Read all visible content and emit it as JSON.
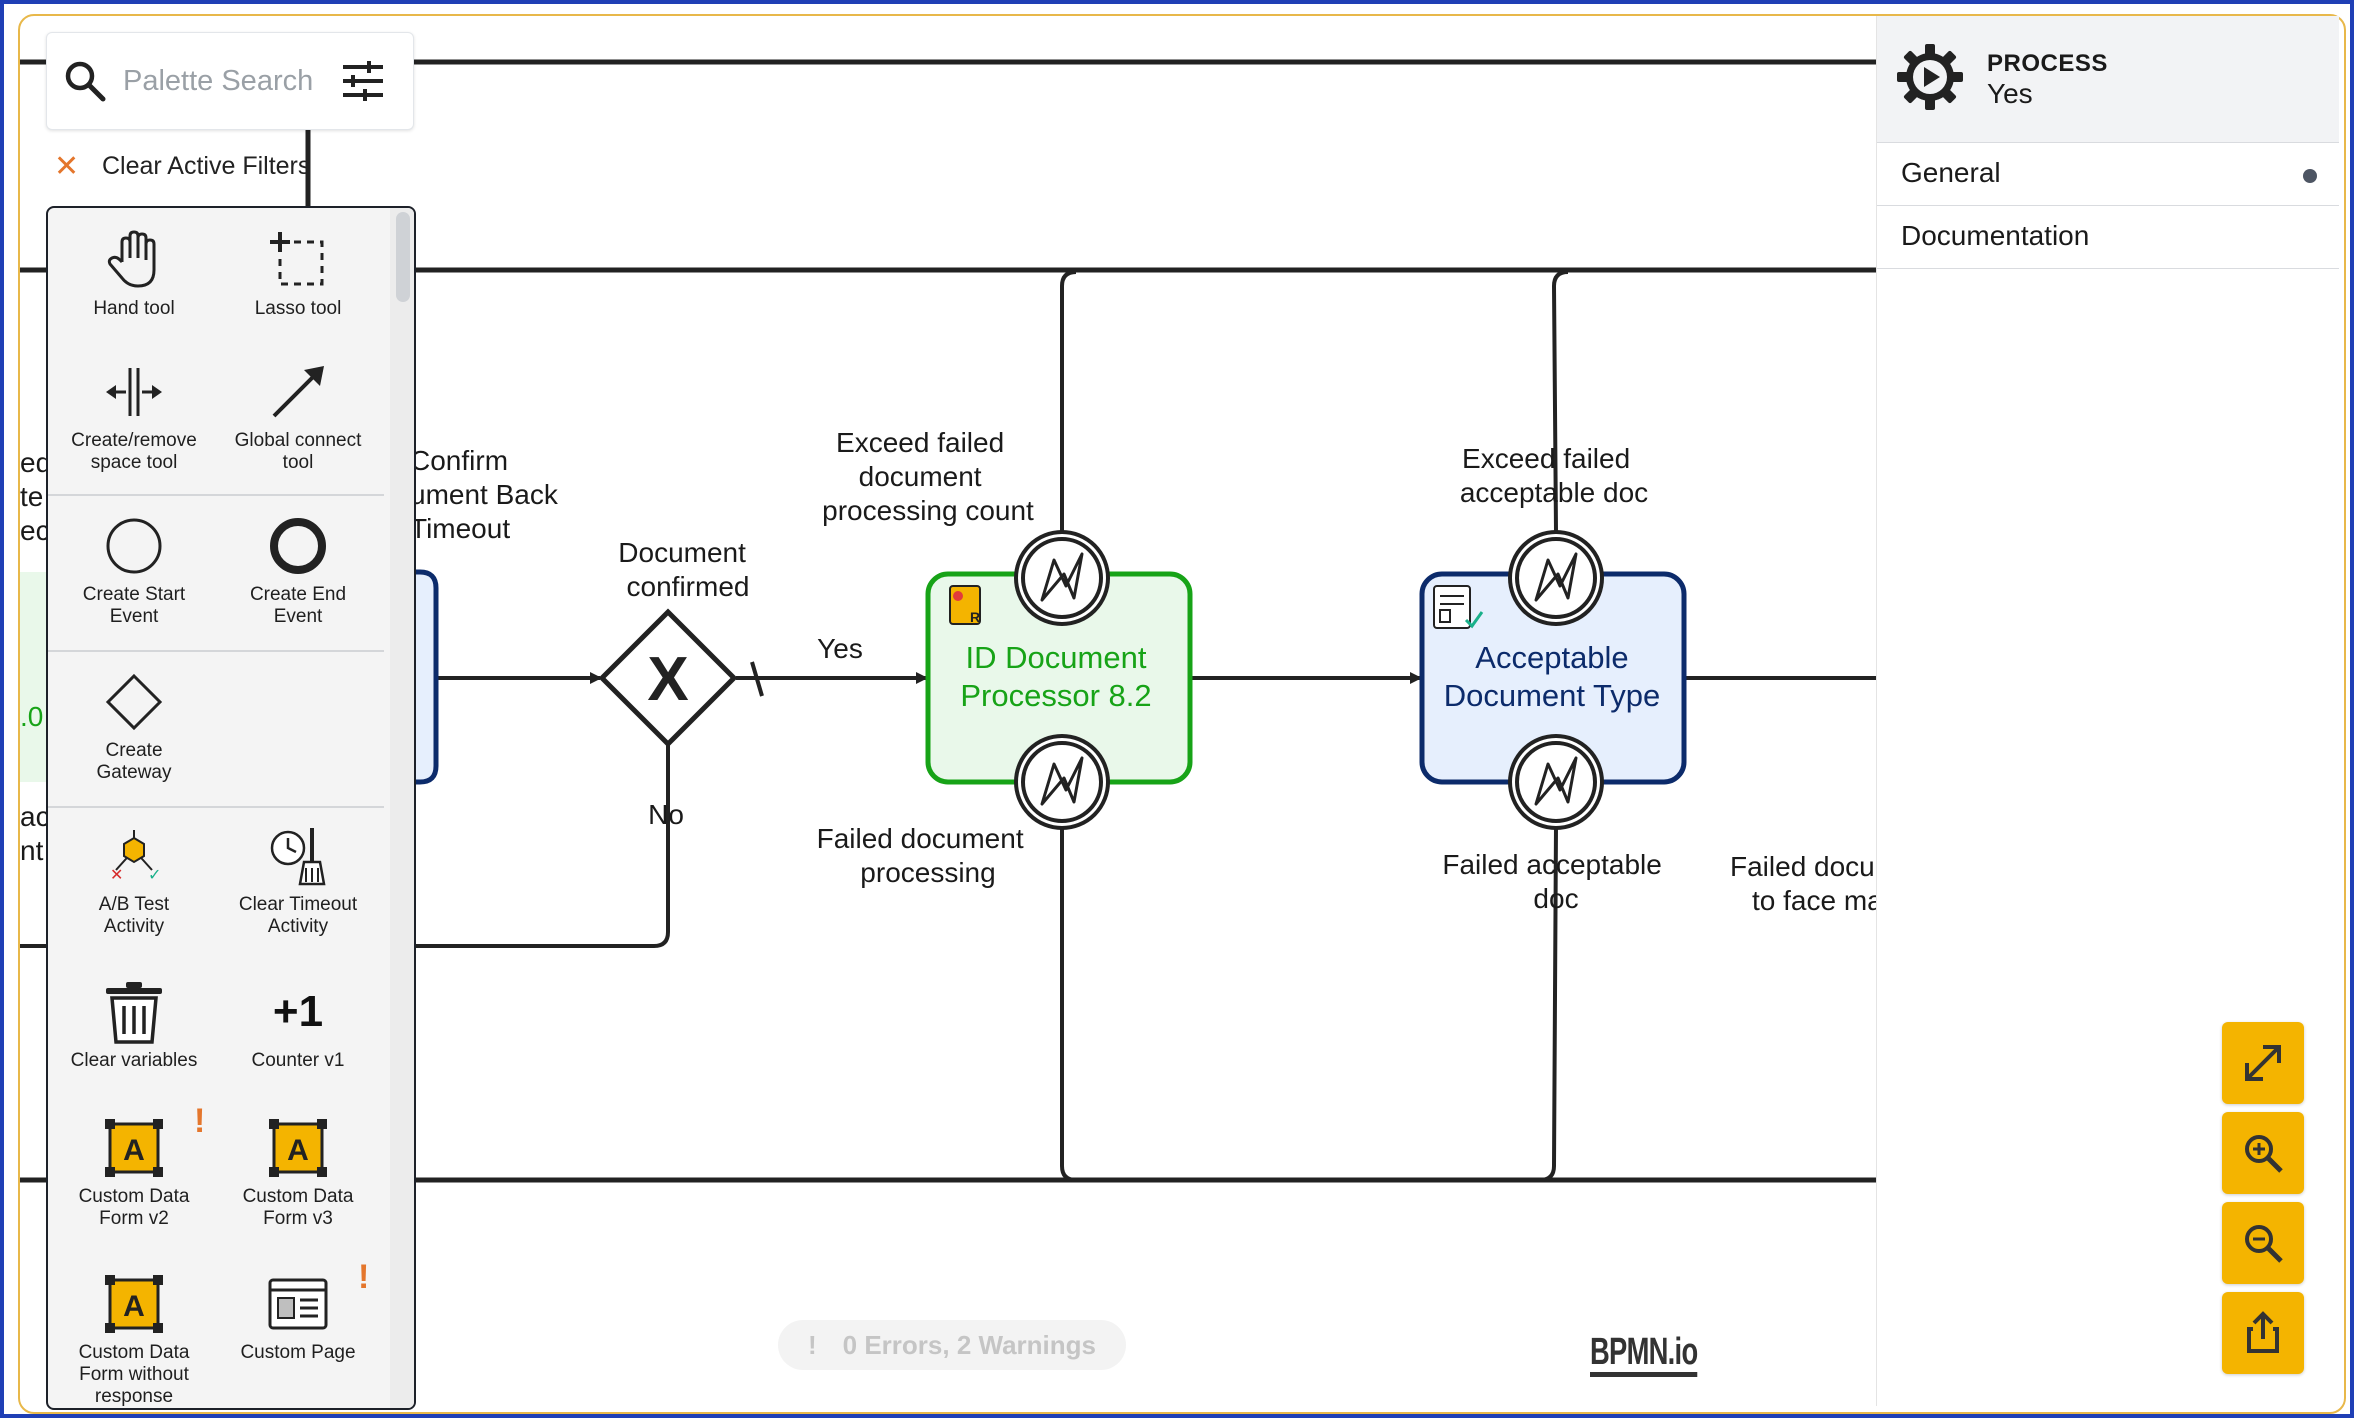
{
  "search": {
    "placeholder": "Palette Search"
  },
  "filters": {
    "clear_label": "Clear Active Filters"
  },
  "palette": {
    "items": [
      {
        "label_lines": [
          "Hand tool"
        ],
        "icon": "hand-icon"
      },
      {
        "label_lines": [
          "Lasso tool"
        ],
        "icon": "lasso-icon"
      },
      {
        "label_lines": [
          "Create/remove",
          "space tool"
        ],
        "icon": "space-tool-icon"
      },
      {
        "label_lines": [
          "Global connect",
          "tool"
        ],
        "icon": "connect-arrow-icon"
      },
      {
        "label_lines": [
          "Create Start",
          "Event"
        ],
        "icon": "start-event-icon"
      },
      {
        "label_lines": [
          "Create End",
          "Event"
        ],
        "icon": "end-event-icon"
      },
      {
        "label_lines": [
          "Create",
          "Gateway"
        ],
        "icon": "gateway-icon"
      },
      {
        "label_lines": [
          "A/B Test",
          "Activity"
        ],
        "icon": "ab-test-icon"
      },
      {
        "label_lines": [
          "Clear Timeout",
          "Activity"
        ],
        "icon": "clear-timeout-icon"
      },
      {
        "label_lines": [
          "Clear variables"
        ],
        "icon": "trash-icon"
      },
      {
        "label_lines": [
          "Counter v1"
        ],
        "icon": "counter-icon",
        "glyph": "+1"
      },
      {
        "label_lines": [
          "Custom Data",
          "Form v2"
        ],
        "icon": "custom-form-icon",
        "glyph": "A"
      },
      {
        "label_lines": [
          "Custom Data",
          "Form v3"
        ],
        "icon": "custom-form-icon",
        "glyph": "A"
      },
      {
        "label_lines": [
          "Custom Data",
          "Form without",
          "response"
        ],
        "icon": "custom-form-icon",
        "glyph": "A"
      },
      {
        "label_lines": [
          "Custom Page"
        ],
        "icon": "custom-page-icon"
      }
    ],
    "warning_glyph": "!"
  },
  "diagram": {
    "left_cut_labels": [
      "ed",
      "te",
      "ec",
      ".0",
      "ac",
      "nt"
    ],
    "confirm_label_lines": [
      "Confirm",
      "ument Back",
      "Timeout"
    ],
    "gateway_label_lines": [
      "Document",
      "confirmed"
    ],
    "gateway_glyph": "X",
    "yes_label": "Yes",
    "no_label": "No",
    "task1": {
      "label_lines": [
        "ID Document",
        "Processor 8.2"
      ],
      "text_color": "#17a317",
      "fill": "#e9f8ea",
      "stroke": "#17a317"
    },
    "task1_top_event_lines": [
      "Exceed failed",
      "document",
      "processing count"
    ],
    "task1_bottom_event_lines": [
      "Failed document",
      "processing"
    ],
    "task2": {
      "label_lines": [
        "Acceptable",
        "Document Type"
      ],
      "text_color": "#0c2b6b",
      "fill": "#e6effd",
      "stroke": "#0c2b6b"
    },
    "task2_top_event_lines": [
      "Exceed failed",
      "acceptable doc"
    ],
    "task2_bottom_event_lines": [
      "Failed acceptable",
      "doc"
    ],
    "right_cut_label_lines": [
      "Failed docu",
      "to face ma"
    ]
  },
  "properties": {
    "element_type": "PROCESS",
    "element_name": "Yes",
    "groups": [
      {
        "label": "General",
        "has_dot": true
      },
      {
        "label": "Documentation",
        "has_dot": false
      }
    ]
  },
  "lint": {
    "icon_glyph": "!",
    "text": "0 Errors, 2 Warnings"
  },
  "brand": {
    "text": "BPMN.io"
  },
  "colors": {
    "accent": "#f4b400",
    "warning": "#e4762c",
    "frame": "#1f3fb5"
  }
}
